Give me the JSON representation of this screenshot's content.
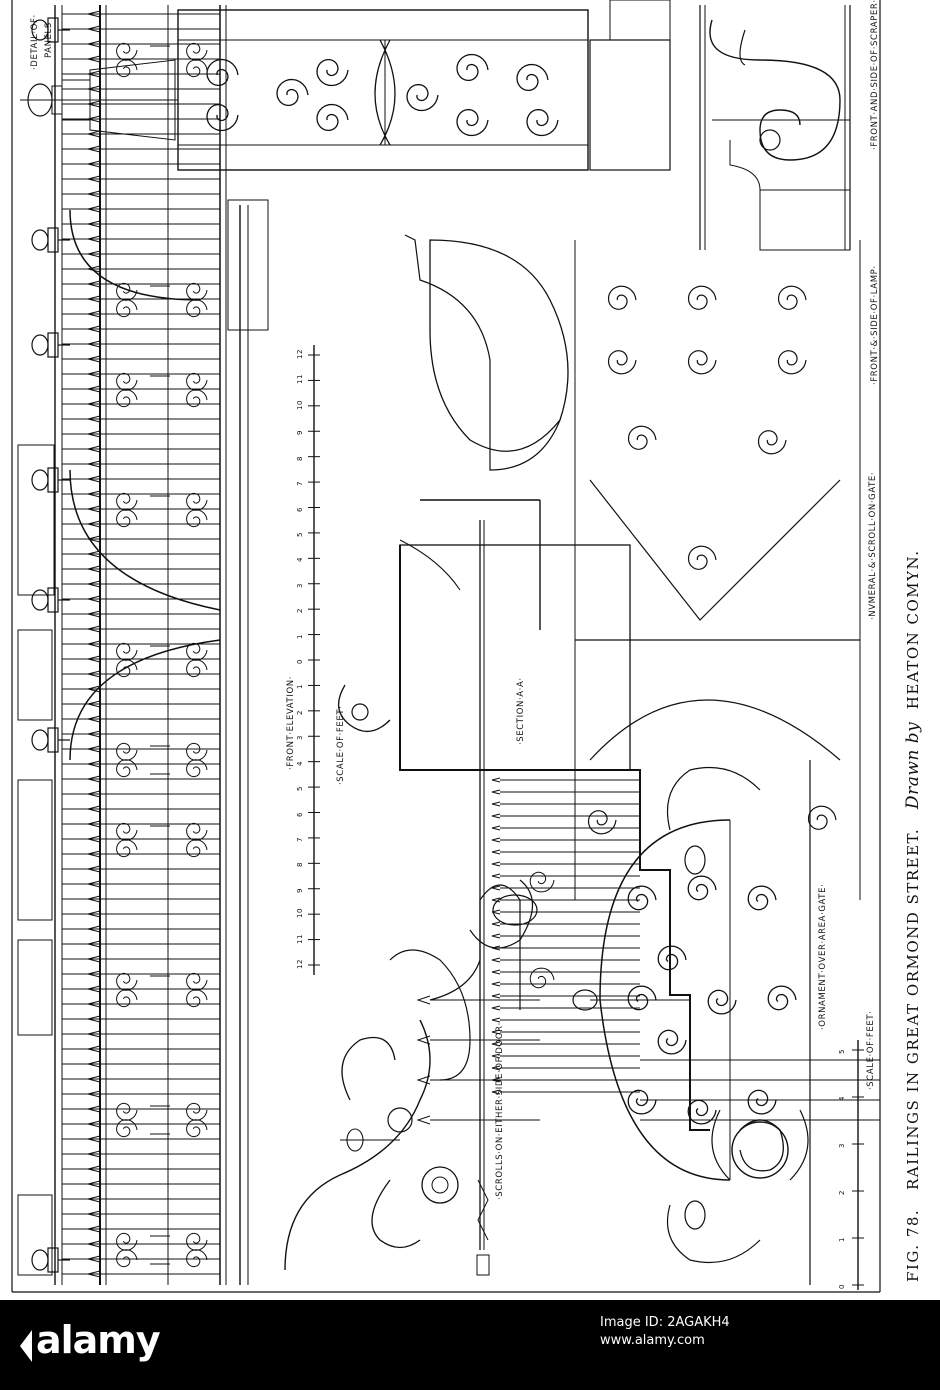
{
  "plate": {
    "caption_fig": "FIG. 78.",
    "caption_title": "RAILINGS IN GREAT ORMOND STREET.",
    "caption_drawn": "Drawn by",
    "caption_author": "HEATON COMYN."
  },
  "labels": {
    "detail_of_panels_1": "·DETAIL·OF·",
    "detail_of_panels_2": "PANELS·",
    "front_side_scraper": "·FRONT·AND·SIDE·OF·SCRAPER·",
    "front_side_lamp": "·FRONT·&·SIDE·OF·LAMP·",
    "numeral_scroll_gate": "·NVMERAL·&·SCROLL·ON·GATE·",
    "front_elevation": "·FRONT·ELEVATION·",
    "scale_of_feet_1": "·SCALE·OF·FEET·",
    "section_aa": "·SECTION·A·A·",
    "scrolls_door": "·SCROLLS·ON·EITHER·SIDE·OF·DOOR·",
    "ornament_area_gate": "·ORNAMENT·OVER·AREA·GATE·",
    "scale_of_feet_2": "·SCALE·OF·FEET·",
    "scale_ticks": [
      "12",
      "11",
      "10",
      "9",
      "8",
      "7",
      "6",
      "5",
      "4",
      "3",
      "2",
      "1",
      "0",
      "1",
      "2",
      "3",
      "4",
      "5",
      "6",
      "7",
      "8",
      "9",
      "10",
      "11",
      "12"
    ],
    "scale2_ticks": [
      "5",
      "4",
      "3",
      "2",
      "1",
      "0"
    ]
  },
  "banner": {
    "brand": "alamy",
    "image_id": "Image ID: 2AGAKH4",
    "site": "www.alamy.com"
  },
  "colors": {
    "ink": "#111111",
    "paper": "#ffffff",
    "banner": "#000000"
  }
}
